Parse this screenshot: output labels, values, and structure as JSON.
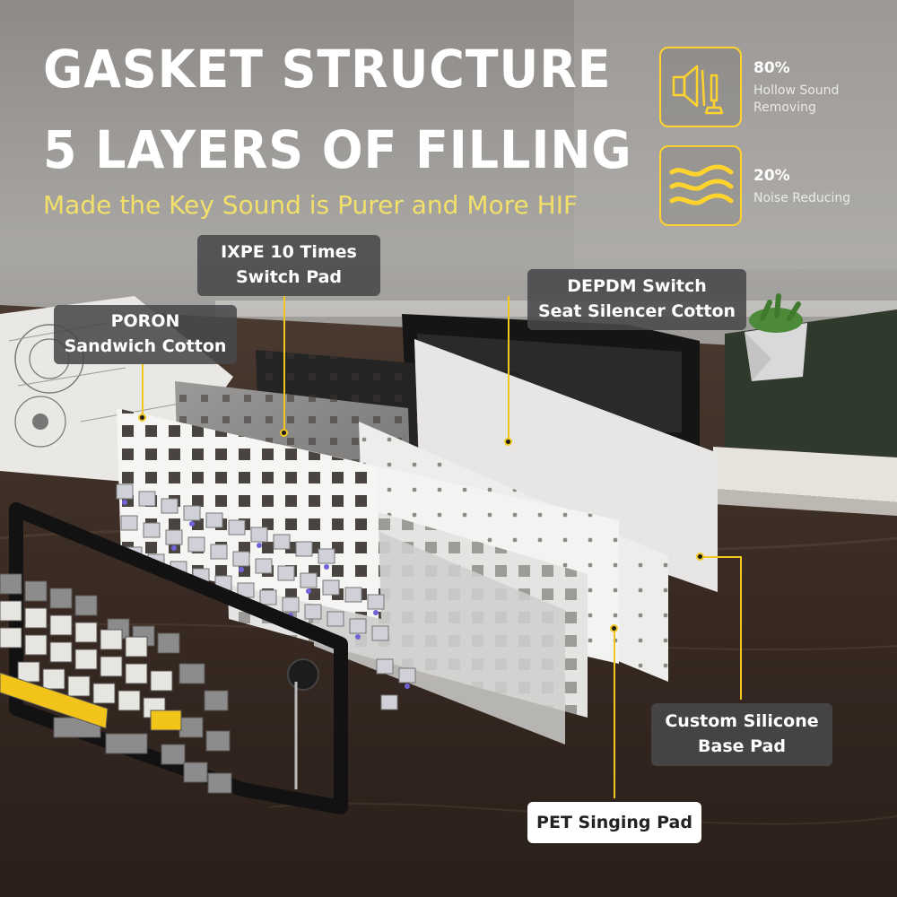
{
  "headline": {
    "line1": "GASKET STRUCTURE",
    "line2": "5 LAYERS OF FILLING",
    "subtitle": "Made the Key Sound is Purer and More HIF"
  },
  "stats": [
    {
      "value": "80%",
      "label_line1": "Hollow Sound",
      "label_line2": "Removing",
      "icon": "speaker-broom-icon"
    },
    {
      "value": "20%",
      "label_line1": "Noise Reducing",
      "label_line2": "",
      "icon": "sound-wave-icon"
    }
  ],
  "layers": {
    "ixpe": {
      "line1": "IXPE 10 Times",
      "line2": "Switch Pad"
    },
    "poron": {
      "line1": "PORON",
      "line2": "Sandwich Cotton"
    },
    "depdm": {
      "line1": "DEPDM Switch",
      "line2": "Seat Silencer Cotton"
    },
    "silicone": {
      "line1": "Custom Silicone",
      "line2": "Base Pad"
    },
    "pet": {
      "line1": "PET Singing Pad",
      "line2": ""
    }
  },
  "colors": {
    "accent_yellow": "#f0c61f",
    "label_bg": "#48484a",
    "title": "#ffffff",
    "subtitle": "#f2e06a"
  }
}
